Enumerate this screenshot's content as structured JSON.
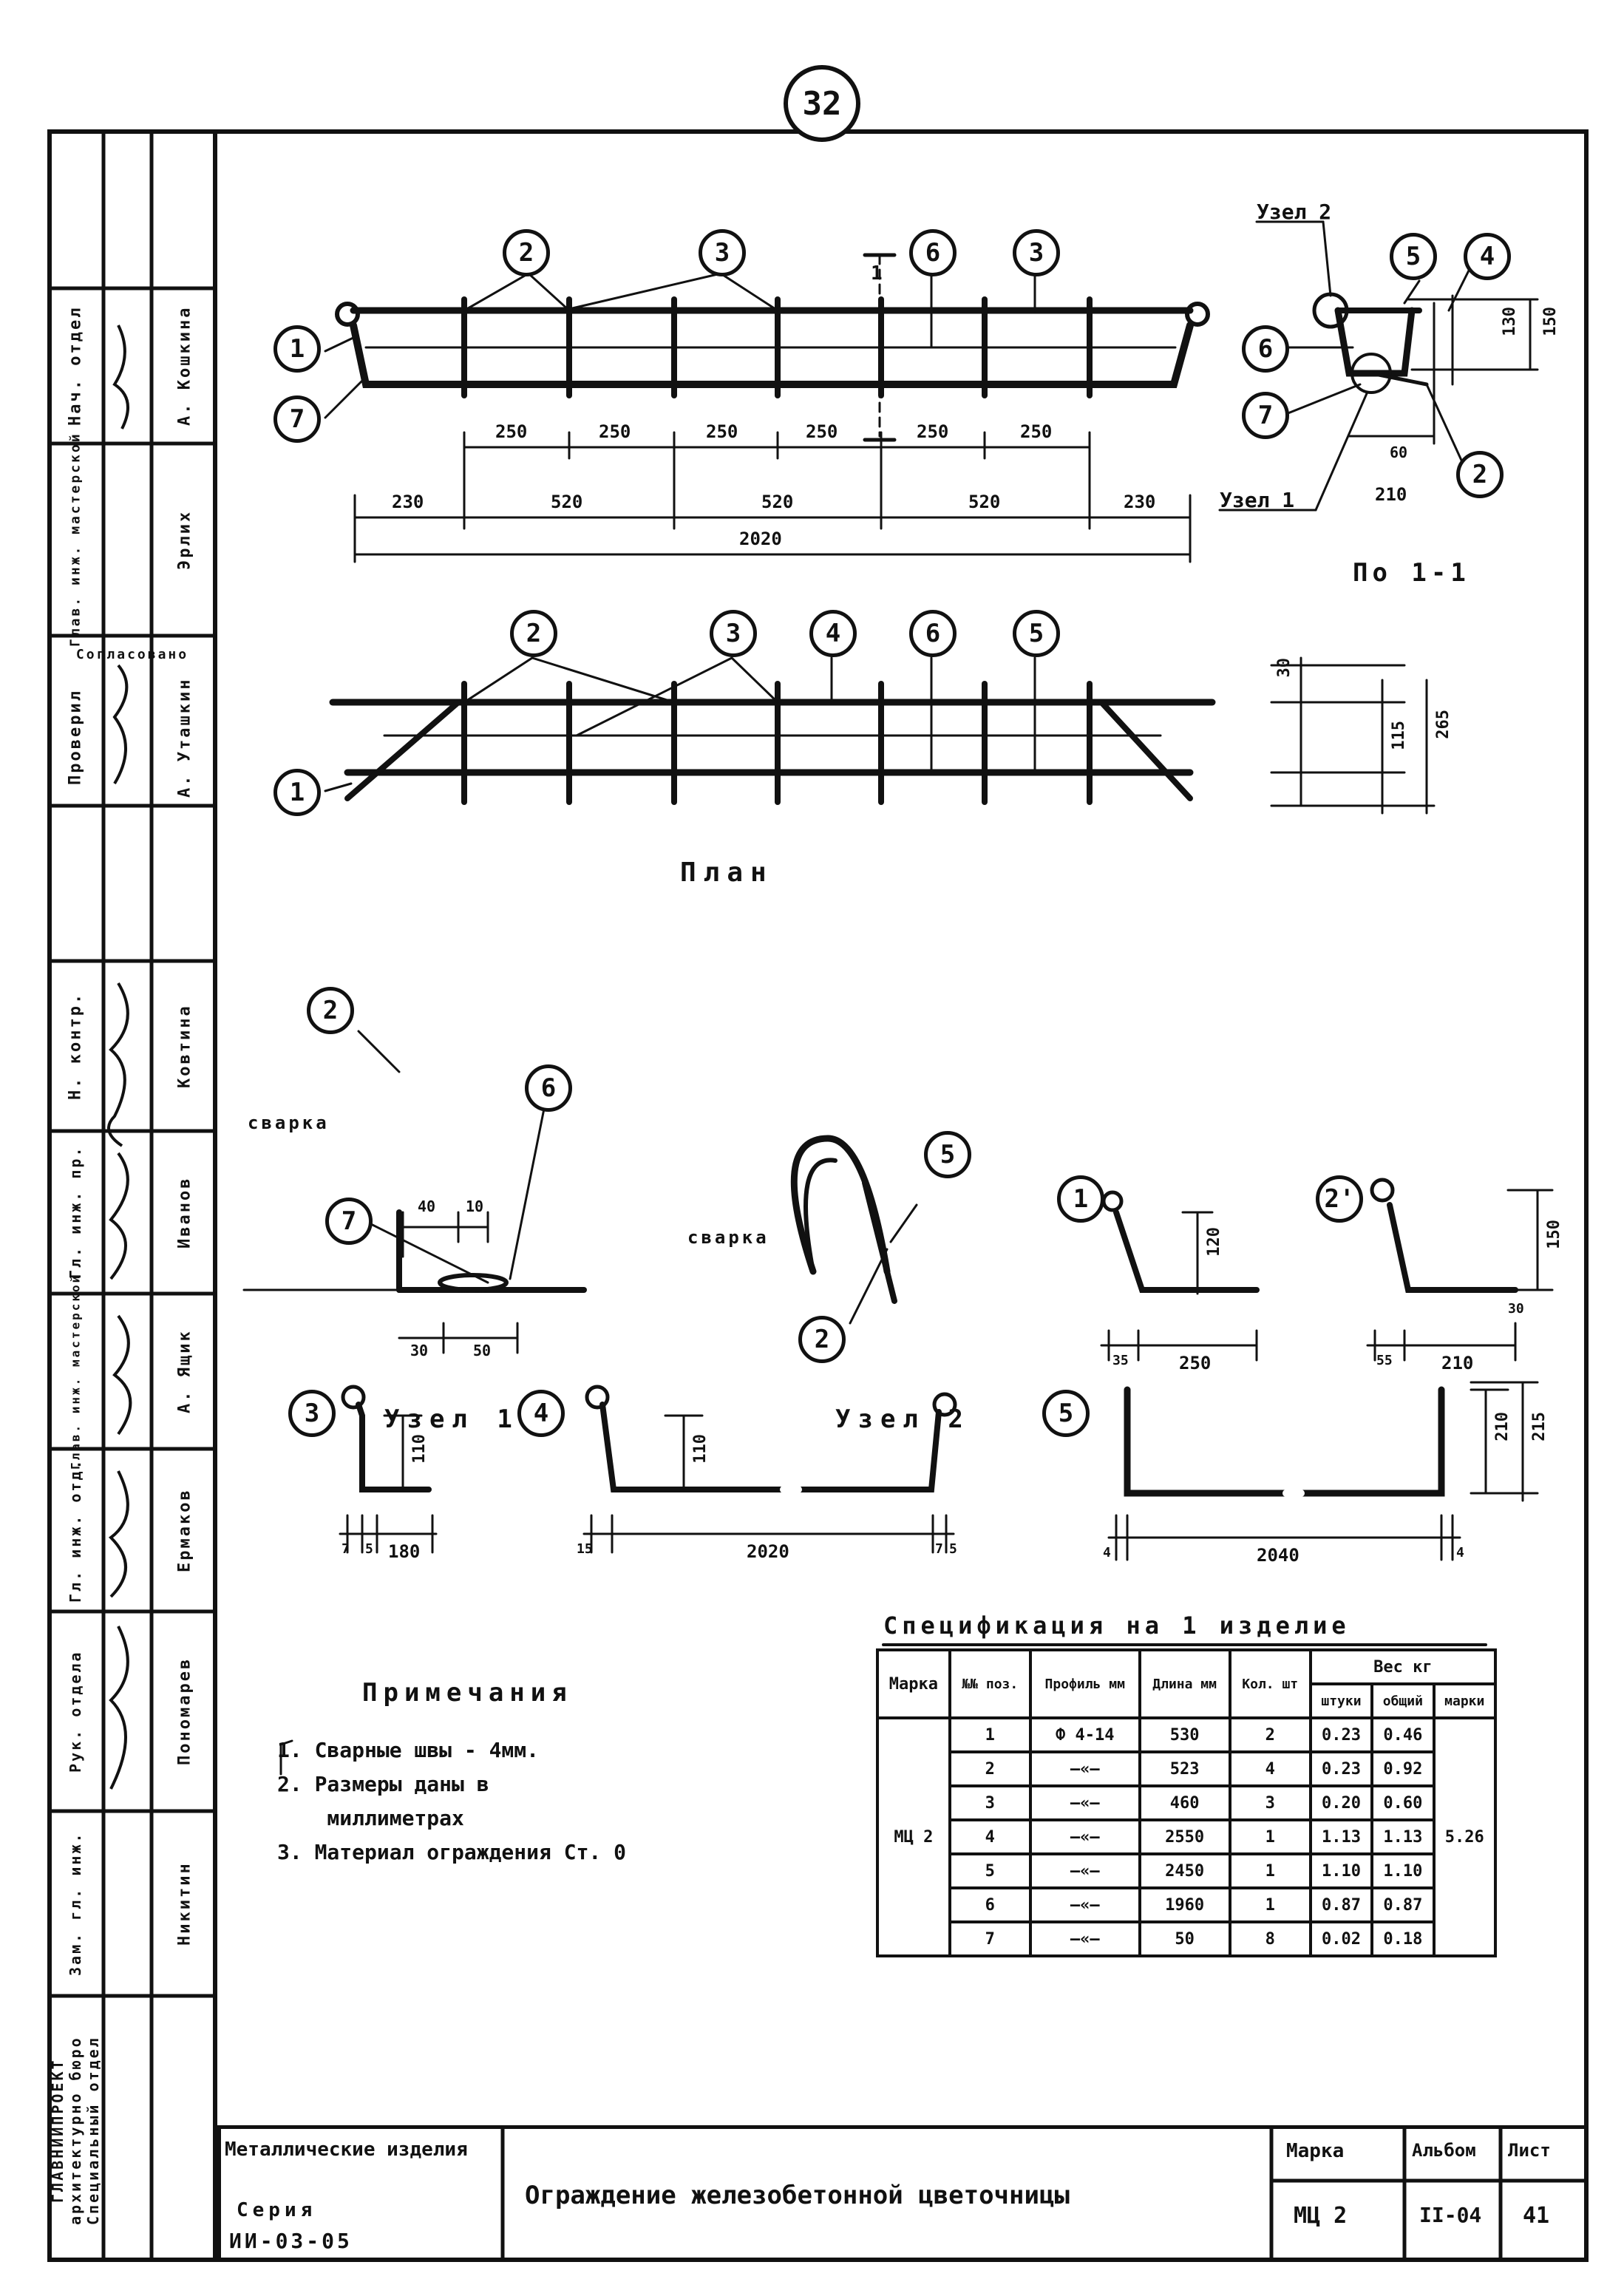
{
  "sheet_number": "32",
  "stamp_column": {
    "outer_org": [
      "ГЛАВНИИПРОЕКТ",
      "архитектурно бюро",
      "Специальный отдел"
    ],
    "rows": [
      {
        "role": "Нач. отдел",
        "name": "А. Кошкина"
      },
      {
        "role": "Глав. инж. мастерской",
        "name": "Эрлих"
      },
      {
        "role": "Согласовано",
        "name": ""
      },
      {
        "role": "Проверил",
        "name": "А. Уташкин"
      },
      {
        "role": "Н. контр.",
        "name": "Ковтина"
      },
      {
        "role": "Гл. инж. пр.",
        "name": "Иванов"
      },
      {
        "role": "Глав. инж. мастерской",
        "name": "А. Ящик"
      },
      {
        "role": "Гл. инж. отд.",
        "name": "Ермаков"
      },
      {
        "role": "Рук. отдела",
        "name": "Пономарев"
      },
      {
        "role": "Зам. гл. инж.",
        "name": "Никитин"
      }
    ]
  },
  "views": {
    "section_label": "По 1-1",
    "plan_label": "План",
    "node1_label": "Узел 1",
    "node2_label": "Узел 2",
    "node_top_label_a": "Узел 2",
    "node_top_label_b": "Узел 1",
    "svarka_1": "сварка",
    "svarka_2": "сварка",
    "cut_mark": "1"
  },
  "dims_front": {
    "upper": [
      "250",
      "250",
      "250",
      "250",
      "250",
      "250"
    ],
    "lower": [
      "230",
      "520",
      "520",
      "520",
      "230"
    ],
    "total": "2020"
  },
  "dims_section": {
    "bottom": "210",
    "small": "60",
    "right": [
      "150",
      "130"
    ]
  },
  "dims_plan": [
    "30",
    "115",
    "265"
  ],
  "node1_dims": [
    "40",
    "10",
    "30",
    "50"
  ],
  "part_dims": {
    "p1": {
      "h": "120",
      "w1": "35",
      "w2": "250"
    },
    "p2": {
      "h": "150",
      "w1": "55",
      "w2": "210",
      "s": "30"
    },
    "p3": {
      "h": "110",
      "w1": "7",
      "w2": "5",
      "w3": "180"
    },
    "p4": {
      "h": "110",
      "w1": "15",
      "w2": "2020",
      "w3": "7",
      "w4": "5"
    },
    "p5": {
      "h1": "210",
      "h2": "215",
      "w1": "4",
      "w2": "2040",
      "w3": "4"
    }
  },
  "notes": {
    "title": "Примечания",
    "items": [
      "1. Сварные швы - 4мм.",
      "2. Размеры даны в",
      "    миллиметрах",
      "3. Материал ограждения Ст. 0"
    ]
  },
  "spec": {
    "title": "Спецификация на 1 изделие",
    "headers": [
      "Марка",
      "№№ поз.",
      "Профиль мм",
      "Длина мм",
      "Кол. шт",
      "Вес кг"
    ],
    "weight_sub": [
      "штуки",
      "общий",
      "марки"
    ],
    "mark": "МЦ 2",
    "total": "5.26",
    "rows": [
      {
        "pos": "1",
        "profile": "Ф 4-14",
        "len": "530",
        "qty": "2",
        "w1": "0.23",
        "w2": "0.46"
      },
      {
        "pos": "2",
        "profile": "—«—",
        "len": "523",
        "qty": "4",
        "w1": "0.23",
        "w2": "0.92"
      },
      {
        "pos": "3",
        "profile": "—«—",
        "len": "460",
        "qty": "3",
        "w1": "0.20",
        "w2": "0.60"
      },
      {
        "pos": "4",
        "profile": "—«—",
        "len": "2550",
        "qty": "1",
        "w1": "1.13",
        "w2": "1.13"
      },
      {
        "pos": "5",
        "profile": "—«—",
        "len": "2450",
        "qty": "1",
        "w1": "1.10",
        "w2": "1.10"
      },
      {
        "pos": "6",
        "profile": "—«—",
        "len": "1960",
        "qty": "1",
        "w1": "0.87",
        "w2": "0.87"
      },
      {
        "pos": "7",
        "profile": "—«—",
        "len": "50",
        "qty": "8",
        "w1": "0.02",
        "w2": "0.18"
      }
    ]
  },
  "title_block": {
    "series_title": "Металлические изделия",
    "series_label": "Серия",
    "series_code": "ИИ-03-05",
    "drawing_title": "Ограждение железобетонной цветочницы",
    "mark_label": "Марка",
    "mark_value": "МЦ 2",
    "album_label": "Альбом",
    "album_value": "II-04",
    "sheet_label": "Лист",
    "sheet_value": "41"
  }
}
